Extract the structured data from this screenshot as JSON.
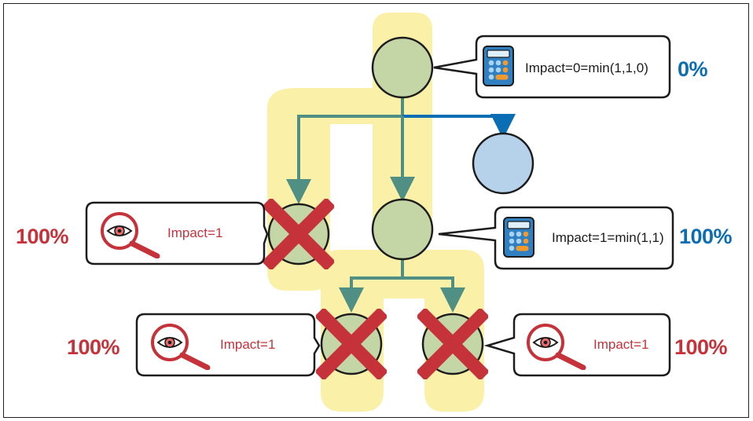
{
  "colors": {
    "highlight": "#fbf0a8",
    "node_fill": "#c5d6a6",
    "node_stroke": "#1c1c1c",
    "blue_node_fill": "#b6d2ea",
    "edge": "#4f8f84",
    "blue_edge": "#0b6db3",
    "red": "#c6323a",
    "blue_text": "#0b6db3"
  },
  "icons": {
    "calculator": "calculator-icon",
    "magnifier": "eye-magnifier-icon",
    "cross": "red-x-icon"
  },
  "callouts": {
    "root": {
      "text": "Impact=0=min(1,1,0)",
      "percent": "0%"
    },
    "middle": {
      "text": "Impact=1=min(1,1)",
      "percent": "100%"
    },
    "left": {
      "text": "Impact=1",
      "percent": "100%"
    },
    "bottom_left": {
      "text": "Impact=1",
      "percent": "100%"
    },
    "bottom_right": {
      "text": "Impact=1",
      "percent": "100%"
    }
  }
}
